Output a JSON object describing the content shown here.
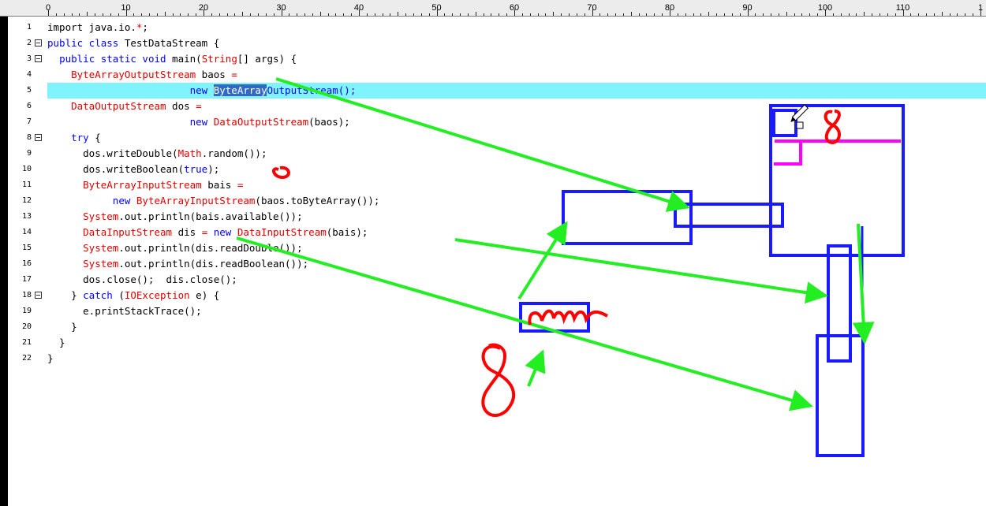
{
  "ruler": {
    "labels": [
      "0",
      "10",
      "20",
      "30",
      "40",
      "50",
      "60",
      "70",
      "80",
      "90",
      "100",
      "110",
      "1"
    ]
  },
  "editor": {
    "lines": [
      {
        "n": "1",
        "fold": false,
        "tokens": [
          [
            "n",
            "import java.io."
          ],
          [
            "op",
            "*"
          ],
          [
            "n",
            ";"
          ]
        ]
      },
      {
        "n": "2",
        "fold": true,
        "tokens": [
          [
            "kw",
            "public class"
          ],
          [
            "n",
            " TestDataStream {"
          ]
        ]
      },
      {
        "n": "3",
        "fold": true,
        "tokens": [
          [
            "n",
            "  "
          ],
          [
            "kw",
            "public static void"
          ],
          [
            "n",
            " main("
          ],
          [
            "ty",
            "String"
          ],
          [
            "n",
            "[] args) {"
          ]
        ]
      },
      {
        "n": "4",
        "fold": false,
        "tokens": [
          [
            "n",
            "    "
          ],
          [
            "ty",
            "ByteArrayOutputStream"
          ],
          [
            "n",
            " baos "
          ],
          [
            "op",
            "="
          ]
        ]
      },
      {
        "n": "5",
        "fold": false,
        "tokens": [
          [
            "n",
            "                        "
          ],
          [
            "kw",
            "new "
          ],
          [
            "sel",
            "ByteArray"
          ],
          [
            "kw",
            "OutputStream();"
          ]
        ]
      },
      {
        "n": "6",
        "fold": false,
        "tokens": [
          [
            "n",
            "    "
          ],
          [
            "ty",
            "DataOutputStream"
          ],
          [
            "n",
            " dos "
          ],
          [
            "op",
            "="
          ]
        ]
      },
      {
        "n": "7",
        "fold": false,
        "tokens": [
          [
            "n",
            "                        "
          ],
          [
            "kw",
            "new "
          ],
          [
            "ty",
            "DataOutputStream"
          ],
          [
            "n",
            "(baos);"
          ]
        ]
      },
      {
        "n": "8",
        "fold": true,
        "tokens": [
          [
            "n",
            "    "
          ],
          [
            "kw",
            "try"
          ],
          [
            "n",
            " {"
          ]
        ]
      },
      {
        "n": "9",
        "fold": false,
        "tokens": [
          [
            "n",
            "      dos.writeDouble("
          ],
          [
            "ty",
            "Math"
          ],
          [
            "n",
            ".random());"
          ]
        ]
      },
      {
        "n": "10",
        "fold": false,
        "tokens": [
          [
            "n",
            "      dos.writeBoolean("
          ],
          [
            "kw",
            "true"
          ],
          [
            "n",
            ");"
          ]
        ]
      },
      {
        "n": "11",
        "fold": false,
        "tokens": [
          [
            "n",
            "      "
          ],
          [
            "ty",
            "ByteArrayInputStream"
          ],
          [
            "n",
            " bais "
          ],
          [
            "op",
            "="
          ]
        ]
      },
      {
        "n": "12",
        "fold": false,
        "tokens": [
          [
            "n",
            "           "
          ],
          [
            "kw",
            "new "
          ],
          [
            "ty",
            "ByteArrayInputStream"
          ],
          [
            "n",
            "(baos.toByteArray());"
          ]
        ]
      },
      {
        "n": "13",
        "fold": false,
        "tokens": [
          [
            "n",
            "      "
          ],
          [
            "ty",
            "System"
          ],
          [
            "n",
            ".out.println(bais.available());"
          ]
        ]
      },
      {
        "n": "14",
        "fold": false,
        "tokens": [
          [
            "n",
            "      "
          ],
          [
            "ty",
            "DataInputStream"
          ],
          [
            "n",
            " dis "
          ],
          [
            "op",
            "="
          ],
          [
            "kw",
            " new "
          ],
          [
            "ty",
            "DataInputStream"
          ],
          [
            "n",
            "(bais);"
          ]
        ]
      },
      {
        "n": "15",
        "fold": false,
        "tokens": [
          [
            "n",
            "      "
          ],
          [
            "ty",
            "System"
          ],
          [
            "n",
            ".out.println(dis.readDouble());"
          ]
        ]
      },
      {
        "n": "16",
        "fold": false,
        "tokens": [
          [
            "n",
            "      "
          ],
          [
            "ty",
            "System"
          ],
          [
            "n",
            ".out.println(dis.readBoolean());"
          ]
        ]
      },
      {
        "n": "17",
        "fold": false,
        "tokens": [
          [
            "n",
            "      dos.close();  dis.close();"
          ]
        ]
      },
      {
        "n": "18",
        "fold": true,
        "tokens": [
          [
            "n",
            "    } "
          ],
          [
            "kw",
            "catch"
          ],
          [
            "n",
            " ("
          ],
          [
            "ty",
            "IOException"
          ],
          [
            "n",
            " e) {"
          ]
        ]
      },
      {
        "n": "19",
        "fold": false,
        "tokens": [
          [
            "n",
            "      e.printStackTrace();"
          ]
        ]
      },
      {
        "n": "20",
        "fold": false,
        "tokens": [
          [
            "n",
            "    }"
          ]
        ]
      },
      {
        "n": "21",
        "fold": false,
        "tokens": [
          [
            "n",
            "  }"
          ]
        ]
      },
      {
        "n": "22",
        "fold": false,
        "tokens": [
          [
            "n",
            "}"
          ]
        ]
      }
    ],
    "current_line": "5"
  },
  "annotations": {
    "colors": {
      "blue": "#1a1aff",
      "green": "#22ee22",
      "red": "#ff0000",
      "magenta": "#ff00ff"
    },
    "icon": "pencil-cursor-icon"
  }
}
